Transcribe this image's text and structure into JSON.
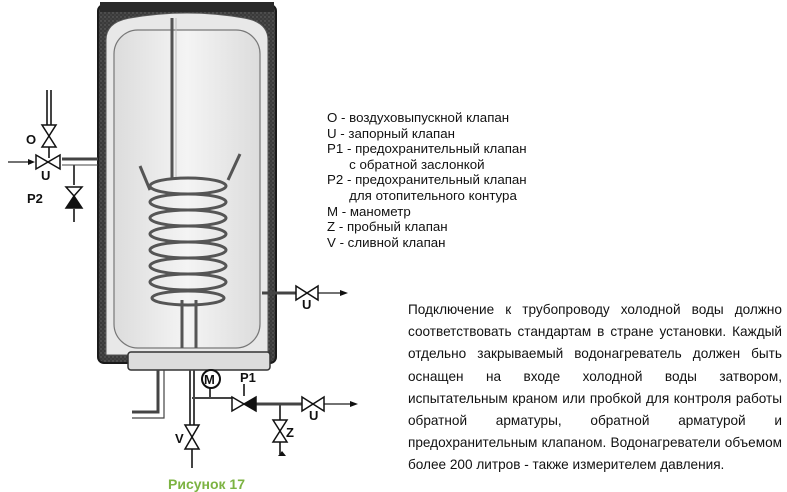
{
  "legend": [
    "O - воздуховыпускной клапан",
    "U - запорный клапан",
    "P1 - предохранительный клапан",
    "      с обратной заслонкой",
    "P2 - предохранительный клапан",
    "      для отопительного контура",
    "M - манометр",
    "Z - пробный клапан",
    "V - сливной клапан"
  ],
  "description": "Подключение к трубопроводу холодной воды должно соответствовать стандартам в стране установки. Каждый отдельно закрываемый водонагреватель должен быть оснащен на входе холодной воды затвором, испытательным краном или пробкой для контроля работы обратной арматуры, обратной арматурой и предохранительным клапаном. Водонагреватели объемом более 200 литров - также измерителем давления.",
  "caption": "Рисунок 17",
  "labels": {
    "o": "O",
    "u_left": "U",
    "p2": "P2",
    "u_right": "U",
    "m": "M",
    "p1": "P1",
    "u_bottom": "U",
    "v": "V",
    "z": "Z"
  },
  "colors": {
    "caption": "#7cb342",
    "tank_outer": "#2b2b2b",
    "tank_inner": "#e9e9e9"
  }
}
